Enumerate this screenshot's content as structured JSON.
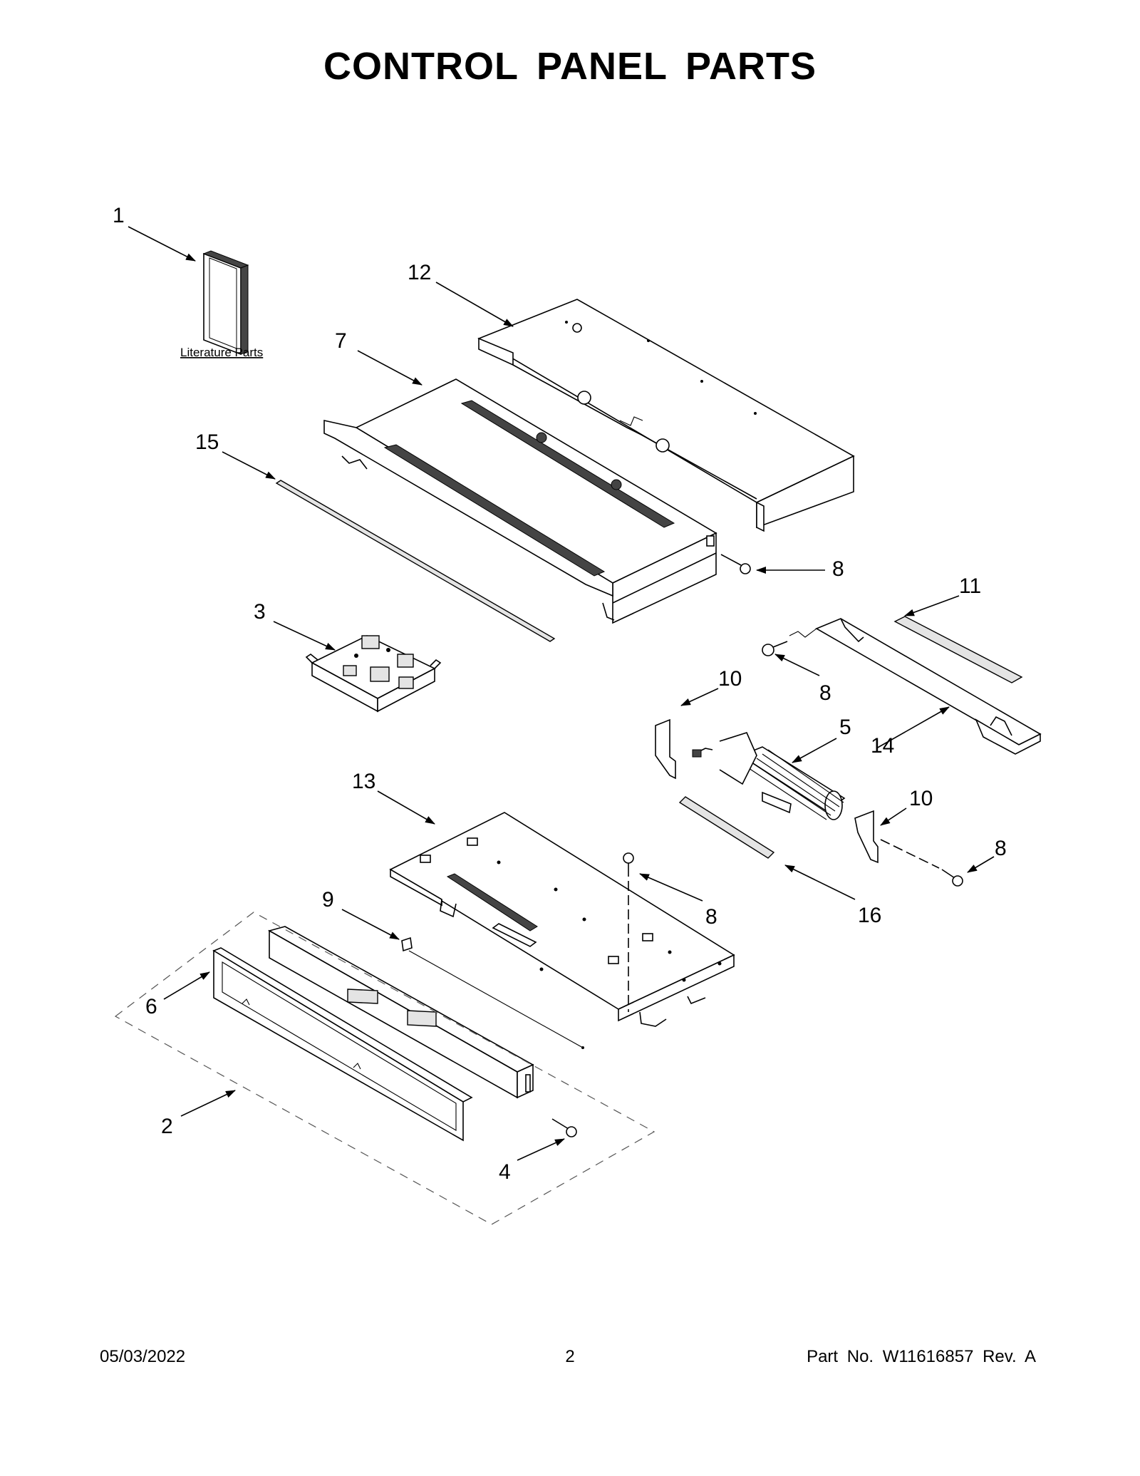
{
  "title": "CONTROL PANEL PARTS",
  "literature_label": "Literature Parts",
  "callouts": {
    "c1": "1",
    "c2": "2",
    "c3": "3",
    "c4": "4",
    "c5": "5",
    "c6": "6",
    "c7": "7",
    "c8a": "8",
    "c8b": "8",
    "c8c": "8",
    "c8d": "8",
    "c9": "9",
    "c10a": "10",
    "c10b": "10",
    "c11": "11",
    "c12": "12",
    "c13": "13",
    "c14": "14",
    "c15": "15",
    "c16": "16"
  },
  "footer": {
    "date": "05/03/2022",
    "page": "2",
    "part_no": "Part No.  W11616857  Rev.  A"
  }
}
